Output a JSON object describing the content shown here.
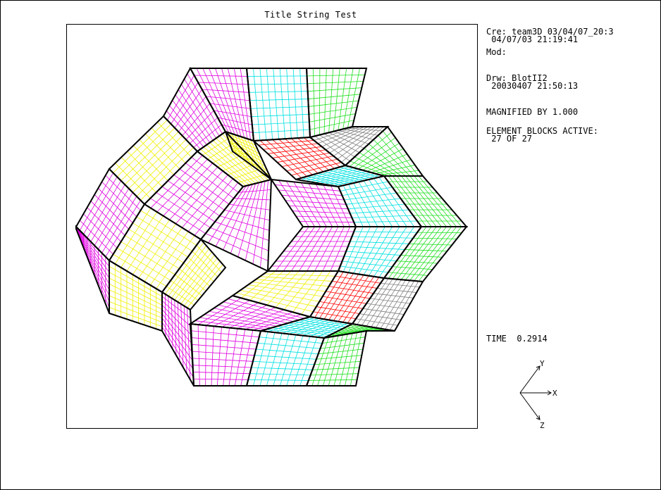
{
  "title": "Title String Test",
  "info": {
    "creator": "Cre: team3D 03/04/07_20:3",
    "creator_time": " 04/07/03 21:19:41",
    "modified": "Mod:",
    "drawer": "Drw: BlotII2",
    "drawer_time": " 20030407 21:50:13",
    "magnification": "MAGNIFIED BY 1.000",
    "blocks_label": "ELEMENT BLOCKS ACTIVE:",
    "blocks_value": " 27 OF 27",
    "time": "TIME  0.2914"
  },
  "axes_triad": {
    "y_label": "Y",
    "x_label": "X",
    "z_label": "Z"
  },
  "colors": {
    "magenta": "#e000e0",
    "yellow": "#f0f000",
    "cyan": "#00e0e0",
    "green": "#20e020",
    "red": "#ff0000",
    "gray": "#808080"
  }
}
